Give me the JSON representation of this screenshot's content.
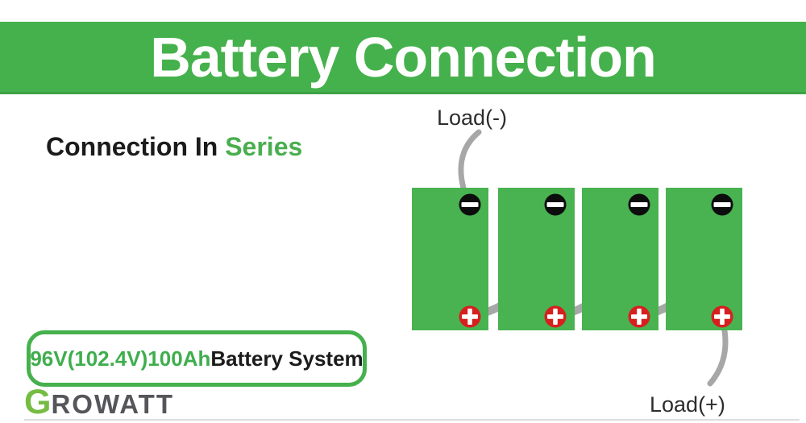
{
  "header": {
    "title": "Battery Connection"
  },
  "subtitle": {
    "prefix": "Connection In ",
    "highlight": "Series"
  },
  "diagram": {
    "load_negative_label": "Load(-)",
    "load_positive_label": "Load(+)",
    "battery_count": 4,
    "connection_type": "series",
    "negative_terminal_symbol": "minus",
    "positive_terminal_symbol": "plus"
  },
  "spec_box": {
    "highlight": "96V(102.4V)100Ah",
    "rest": " Battery System"
  },
  "logo": {
    "g": "G",
    "rest": "ROWATT"
  },
  "colors": {
    "banner_green": "#45b14c",
    "banner_edge_green": "#3da245",
    "title_white": "#ffffff",
    "battery_green": "#48b350",
    "series_green": "#4aae4f",
    "spec_green": "#3fae4e",
    "box_border_green": "#45b14c",
    "wire_gray": "#a7a7a7",
    "terminal_black": "#0d0d0d",
    "terminal_red": "#d6201f",
    "text_dark": "#1b1b1b",
    "label_dark": "#2d2d2d",
    "logo_green": "#76bc43",
    "logo_gray": "#55565a",
    "divider_gray": "#dcdcdc"
  }
}
